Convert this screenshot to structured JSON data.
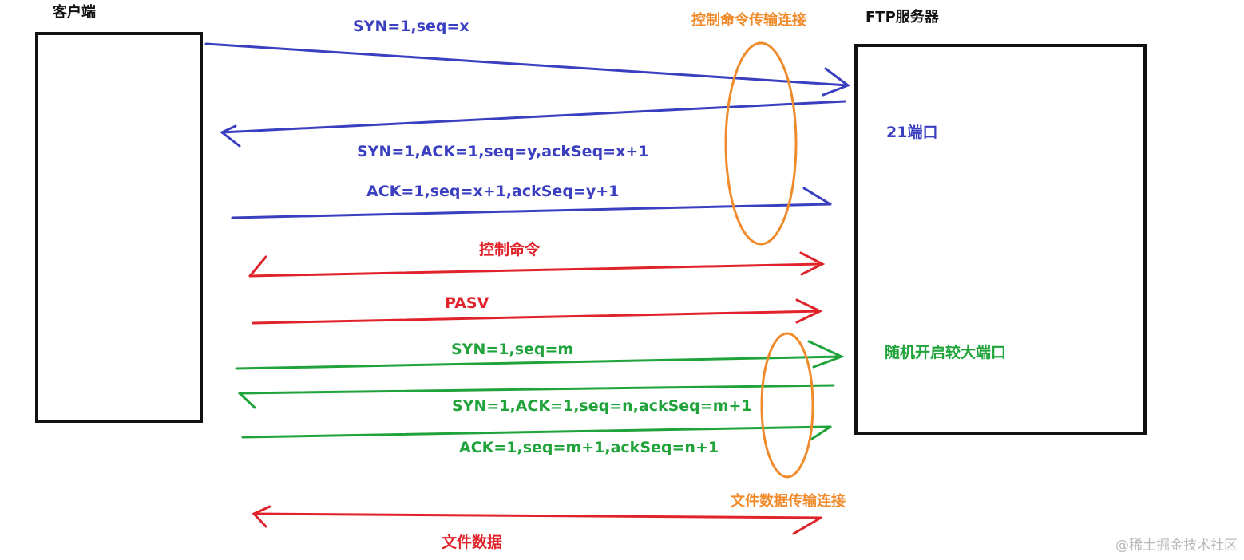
{
  "client": {
    "label": "客户端"
  },
  "server": {
    "label": "FTP服务器",
    "port21_label": "21端口",
    "random_port_label": "随机开启较大端口"
  },
  "control_connection": {
    "label": "控制命令传输连接",
    "syn": "SYN=1,seq=x",
    "syn_ack": "SYN=1,ACK=1,seq=y,ackSeq=x+1",
    "ack": "ACK=1,seq=x+1,ackSeq=y+1"
  },
  "control_command": {
    "label": "控制命令"
  },
  "pasv": {
    "label": "PASV"
  },
  "data_connection": {
    "label": "文件数据传输连接",
    "syn": "SYN=1,seq=m",
    "syn_ack": "SYN=1,ACK=1,seq=n,ackSeq=m+1",
    "ack": "ACK=1,seq=m+1,ackSeq=n+1"
  },
  "file_data": {
    "label": "文件数据"
  },
  "watermark": "@稀土掘金技术社区",
  "colors": {
    "blue": "#3a3fc0",
    "red": "#e0232b",
    "green": "#1fa33a",
    "orange": "#f08a2a",
    "black": "#111111"
  }
}
